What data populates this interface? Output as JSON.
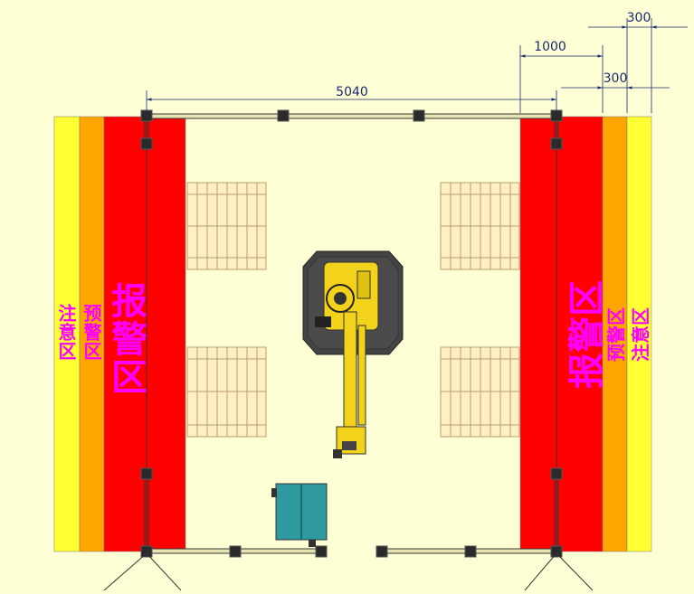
{
  "dimensions": {
    "width_main": "5040",
    "width_1000": "1000",
    "width_300_top": "300",
    "width_300_mid": "300"
  },
  "zones": {
    "alarm": "报警区",
    "warning": "预警区",
    "caution": "注意区"
  },
  "colors": {
    "background": "#ffffd6",
    "alarm_zone": "#ff0000",
    "warning_zone": "#ffa500",
    "caution_zone": "#ffff33",
    "zone_text": "#ff00ff",
    "pallet": "#fff0c4",
    "robot": "#f2d21a",
    "robot_base": "#444444",
    "cabinet": "#2e9aa0"
  },
  "icons": {
    "robot": "industrial-robot-arm",
    "controller": "robot-control-cabinet",
    "light_curtain": "safety-light-curtain",
    "pallet": "wooden-pallet"
  }
}
